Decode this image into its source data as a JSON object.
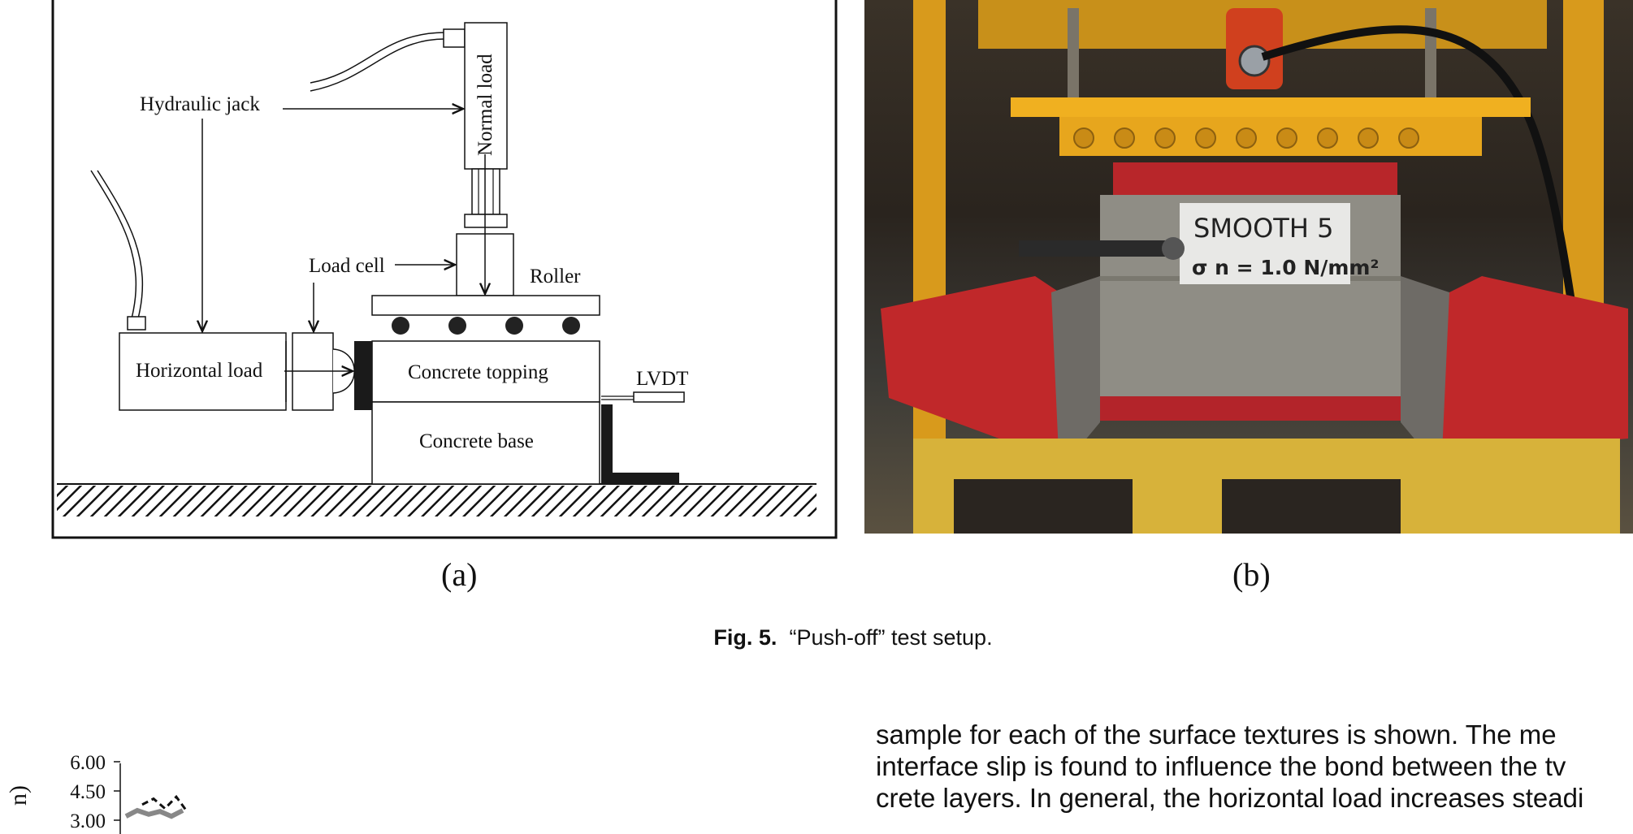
{
  "figure": {
    "panel_a": {
      "labels": {
        "hydraulic_jack": "Hydraulic jack",
        "normal_load": "Normal load",
        "load_cell": "Load cell",
        "roller": "Roller",
        "horizontal_load": "Horizontal load",
        "concrete_topping": "Concrete topping",
        "concrete_base": "Concrete base",
        "lvdt": "LVDT"
      },
      "subcaption": "(a)"
    },
    "panel_b": {
      "sign_title": "SMOOTH 5",
      "sign_stress": "σ n = 1.0 N/mm²",
      "subcaption": "(b)",
      "colors": {
        "frame_yellow": "#f0b020",
        "frame_red": "#c0282a",
        "concrete": "#8f8d85"
      }
    },
    "caption": {
      "label": "Fig. 5.",
      "text": "“Push-off” test setup."
    }
  },
  "body_text": {
    "lines": [
      "sample for each of the surface textures is shown. The me",
      "interface slip is found to influence the bond between the tv",
      "crete layers. In general, the horizontal load increases steadi"
    ]
  },
  "chart_data": {
    "type": "line",
    "y_tick_labels": [
      "6.00",
      "4.50",
      "3.00"
    ],
    "ylim": [
      3.0,
      6.0
    ],
    "ylabel_fragment": "n)",
    "series": [
      {
        "style": "solid-gray",
        "values": [
          3.2,
          3.5,
          3.3,
          3.45,
          3.2,
          3.5
        ]
      },
      {
        "style": "dashed-black",
        "values": [
          3.8,
          4.1,
          3.6,
          4.2,
          3.4
        ]
      }
    ]
  }
}
